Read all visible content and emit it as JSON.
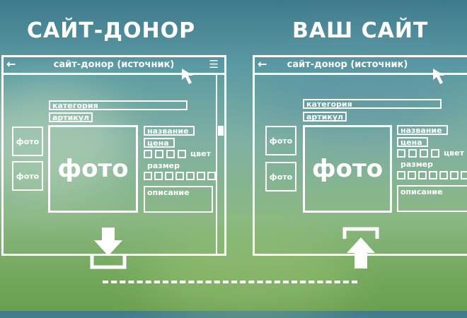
{
  "left": {
    "heading": "САЙТ-ДОНОР",
    "address": "сайт-донор (источник)",
    "category": "категория",
    "article": "артикул",
    "thumb1": "фото",
    "thumb2": "фото",
    "main_photo": "фото",
    "name": "название",
    "price": "цена",
    "color": "цвет",
    "size": "размер",
    "description": "описание"
  },
  "right": {
    "heading": "ВАШ САЙТ",
    "address": "сайт-донор (источник)",
    "category": "категория",
    "article": "артикул",
    "thumb1": "фото",
    "thumb2": "фото",
    "main_photo": "фото",
    "name": "название",
    "price": "цена",
    "color": "цвет",
    "size": "размер",
    "description": "описание"
  },
  "icons": {
    "back": "←",
    "menu": "☰",
    "cursor": "cursor-arrow-icon",
    "download": "download-icon",
    "upload": "upload-icon"
  },
  "colors": {
    "line": "#ffffff"
  }
}
